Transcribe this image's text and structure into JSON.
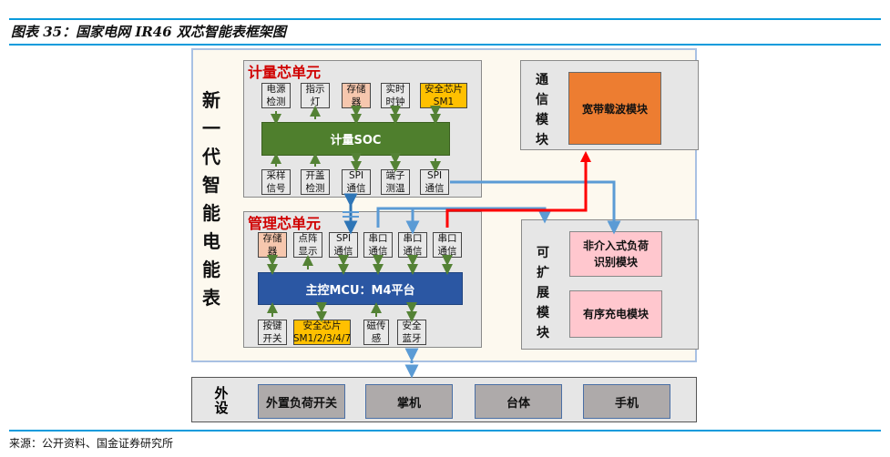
{
  "figure": {
    "title": "图表 35：国家电网 IR46 双芯智能表框架图",
    "source": "来源：公开资料、国金证券研究所"
  },
  "meter": {
    "label_chars": [
      "新",
      "一",
      "代",
      "智",
      "能",
      "电",
      "能",
      "表"
    ]
  },
  "metering_unit": {
    "title": "计量芯单元",
    "top_cells": [
      {
        "line1": "电源",
        "line2": "检测",
        "color": "gray"
      },
      {
        "line1": "指示",
        "line2": "灯",
        "color": "gray"
      },
      {
        "line1": "存储",
        "line2": "器",
        "color": "pink"
      },
      {
        "line1": "实时",
        "line2": "时钟",
        "color": "gray"
      },
      {
        "line1": "安全芯片",
        "line2": "SM1",
        "color": "gold"
      }
    ],
    "core": "计量SOC",
    "bottom_cells": [
      {
        "line1": "采样",
        "line2": "信号",
        "color": "gray"
      },
      {
        "line1": "开盖",
        "line2": "检测",
        "color": "gray"
      },
      {
        "line1": "SPI",
        "line2": "通信",
        "color": "gray"
      },
      {
        "line1": "端子",
        "line2": "测温",
        "color": "gray"
      },
      {
        "line1": "SPI",
        "line2": "通信",
        "color": "gray"
      }
    ]
  },
  "management_unit": {
    "title": "管理芯单元",
    "top_cells": [
      {
        "line1": "存储",
        "line2": "器",
        "color": "pink"
      },
      {
        "line1": "点阵",
        "line2": "显示",
        "color": "gray"
      },
      {
        "line1": "SPI",
        "line2": "通信",
        "color": "gray"
      },
      {
        "line1": "串口",
        "line2": "通信",
        "color": "gray"
      },
      {
        "line1": "串口",
        "line2": "通信",
        "color": "gray"
      },
      {
        "line1": "串口",
        "line2": "通信",
        "color": "gray"
      }
    ],
    "core": "主控MCU：M4平台",
    "bottom_cells": [
      {
        "line1": "按键",
        "line2": "开关",
        "color": "gray"
      },
      {
        "line1": "安全芯片",
        "line2": "SM1/2/3/4/7",
        "color": "gold"
      },
      {
        "line1": "磁传",
        "line2": "感",
        "color": "gray"
      },
      {
        "line1": "安全",
        "line2": "蓝牙",
        "color": "gray"
      }
    ]
  },
  "comm_module": {
    "label_chars": [
      "通",
      "信",
      "模",
      "块"
    ],
    "item": "宽带载波模块"
  },
  "ext_module": {
    "label_chars": [
      "可",
      "扩",
      "展",
      "模",
      "块"
    ],
    "items": [
      {
        "line1": "非介入式负荷",
        "line2": "识别模块"
      },
      {
        "line1": "有序充电模块",
        "line2": ""
      }
    ]
  },
  "peripherals": {
    "label_chars": [
      "外",
      "设"
    ],
    "items": [
      "外置负荷开关",
      "掌机",
      "台体",
      "手机"
    ]
  },
  "colors": {
    "rule_blue": "#0a9bdc",
    "green_core": "#4f7f2d",
    "blue_core": "#2b57a3",
    "arrow_green": "#548235",
    "arrow_blue": "#5b9bd5",
    "arrow_red": "#ff0000",
    "unit_title_red": "#d00000",
    "orange": "#ed7d31",
    "gold": "#ffc000"
  }
}
